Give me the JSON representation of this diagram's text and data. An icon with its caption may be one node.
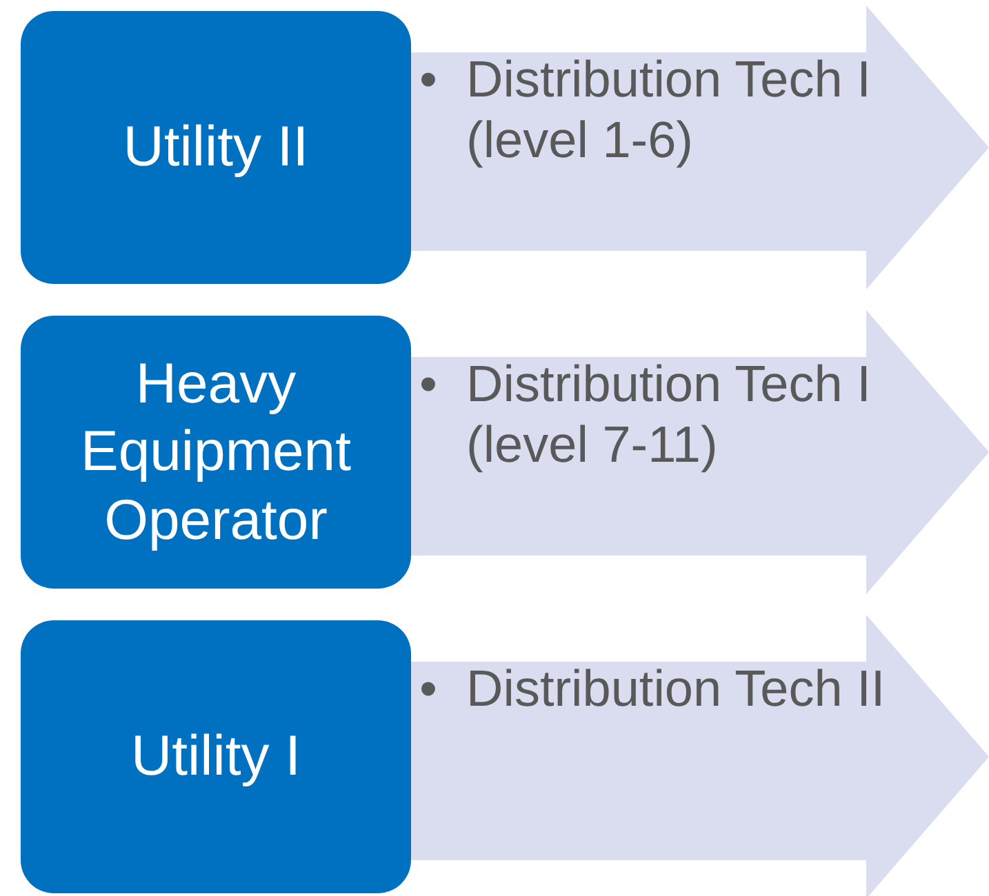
{
  "diagram": {
    "nodes": [
      {
        "text": [
          "Utility II"
        ]
      },
      {
        "text": [
          "•",
          "Distribution Tech I (level 1-6)"
        ]
      },
      {
        "text": [
          "Heavy Equipment Operator"
        ]
      },
      {
        "text": [
          "•",
          "Distribution Tech I (level 7-11)"
        ]
      },
      {
        "text": [
          "Utility I"
        ]
      },
      {
        "text": [
          "•",
          "Distribution Tech II"
        ]
      }
    ]
  }
}
